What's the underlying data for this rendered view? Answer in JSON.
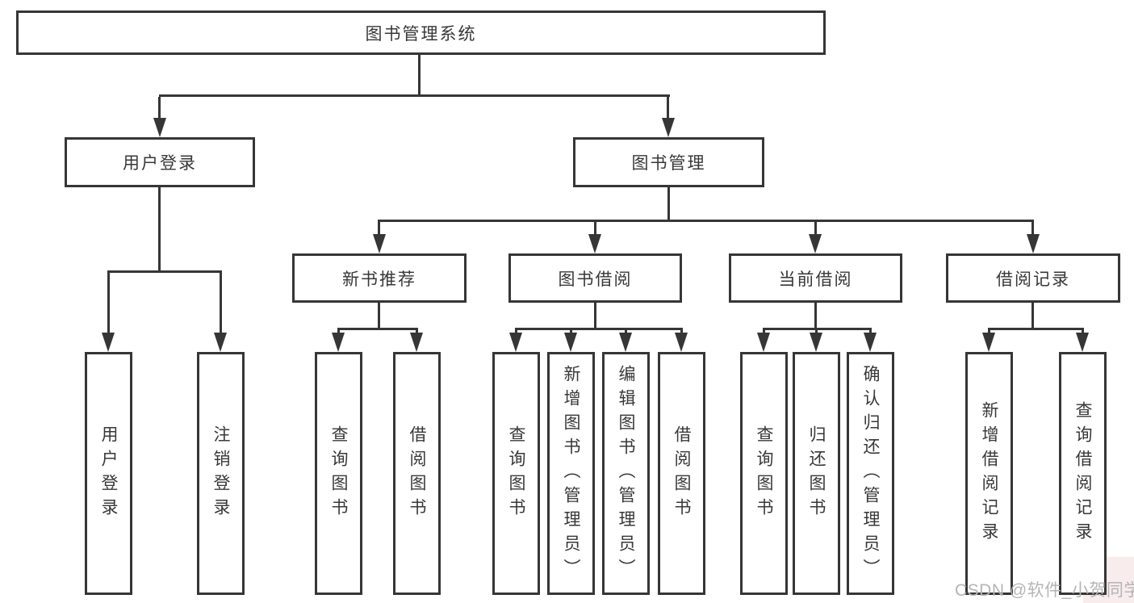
{
  "colors": {
    "line": "#363636",
    "text": "#383838",
    "watermark": "#b5b5b5",
    "background": "#ffffff",
    "corner_tint": "#f8ecec"
  },
  "watermark": {
    "text": "CSDN @软件_小贺同学"
  },
  "tree": {
    "root": {
      "label": "图书管理系统",
      "children": [
        {
          "label": "用户登录",
          "children": [
            {
              "label": "用户登录"
            },
            {
              "label": "注销登录"
            }
          ]
        },
        {
          "label": "图书管理",
          "children": [
            {
              "label": "新书推荐",
              "children": [
                {
                  "label": "查询图书"
                },
                {
                  "label": "借阅图书"
                }
              ]
            },
            {
              "label": "图书借阅",
              "children": [
                {
                  "label": "查询图书"
                },
                {
                  "label": "新增图书（管理员）"
                },
                {
                  "label": "编辑图书（管理员）"
                },
                {
                  "label": "借阅图书"
                }
              ]
            },
            {
              "label": "当前借阅",
              "children": [
                {
                  "label": "查询图书"
                },
                {
                  "label": "归还图书"
                },
                {
                  "label": "确认归还（管理员）"
                }
              ]
            },
            {
              "label": "借阅记录",
              "children": [
                {
                  "label": "新增借阅记录"
                },
                {
                  "label": "查询借阅记录"
                }
              ]
            }
          ]
        }
      ]
    }
  }
}
